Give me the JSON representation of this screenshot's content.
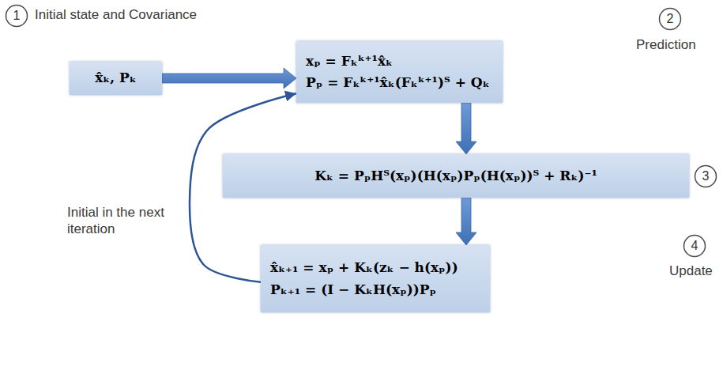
{
  "diagram": {
    "nodes": [
      {
        "text": [
          "1"
        ]
      },
      {
        "text": [
          "x̂ₖ, Pₖ"
        ]
      },
      {
        "text": [
          "xₚ = Fₖᵏ⁺¹x̂ₖ",
          "Pₚ = Fₖᵏ⁺¹x̂ₖ(Fₖᵏ⁺¹)ᵀ + Qₖ"
        ]
      },
      {
        "text": [
          "2"
        ]
      },
      {
        "text": [
          "Kₖ = PₚHᵀ(xₚ)(H(xₚ)Pₚ(H(xₚ))ᵀ + Rₖ)⁻¹"
        ]
      },
      {
        "text": [
          "3"
        ]
      },
      {
        "text": [
          "x̂ₖ₊₁ = xₚ + Kₖ(zₖ − h(xₚ))",
          "Pₖ₊₁ = (I − KₖH(xₚ))Pₚ"
        ]
      },
      {
        "text": [
          "4"
        ]
      }
    ],
    "edges": [
      {
        "from": 1,
        "to": 2,
        "arrow": "to"
      },
      {
        "from": 2,
        "to": 4,
        "arrow": "to"
      },
      {
        "from": 4,
        "to": 6,
        "arrow": "to"
      },
      {
        "from": 6,
        "to": 2,
        "arrow": "to"
      }
    ],
    "labels": [
      "Initial state and Covariance",
      "Prediction",
      "Initial in the next iteration",
      "Update"
    ]
  }
}
